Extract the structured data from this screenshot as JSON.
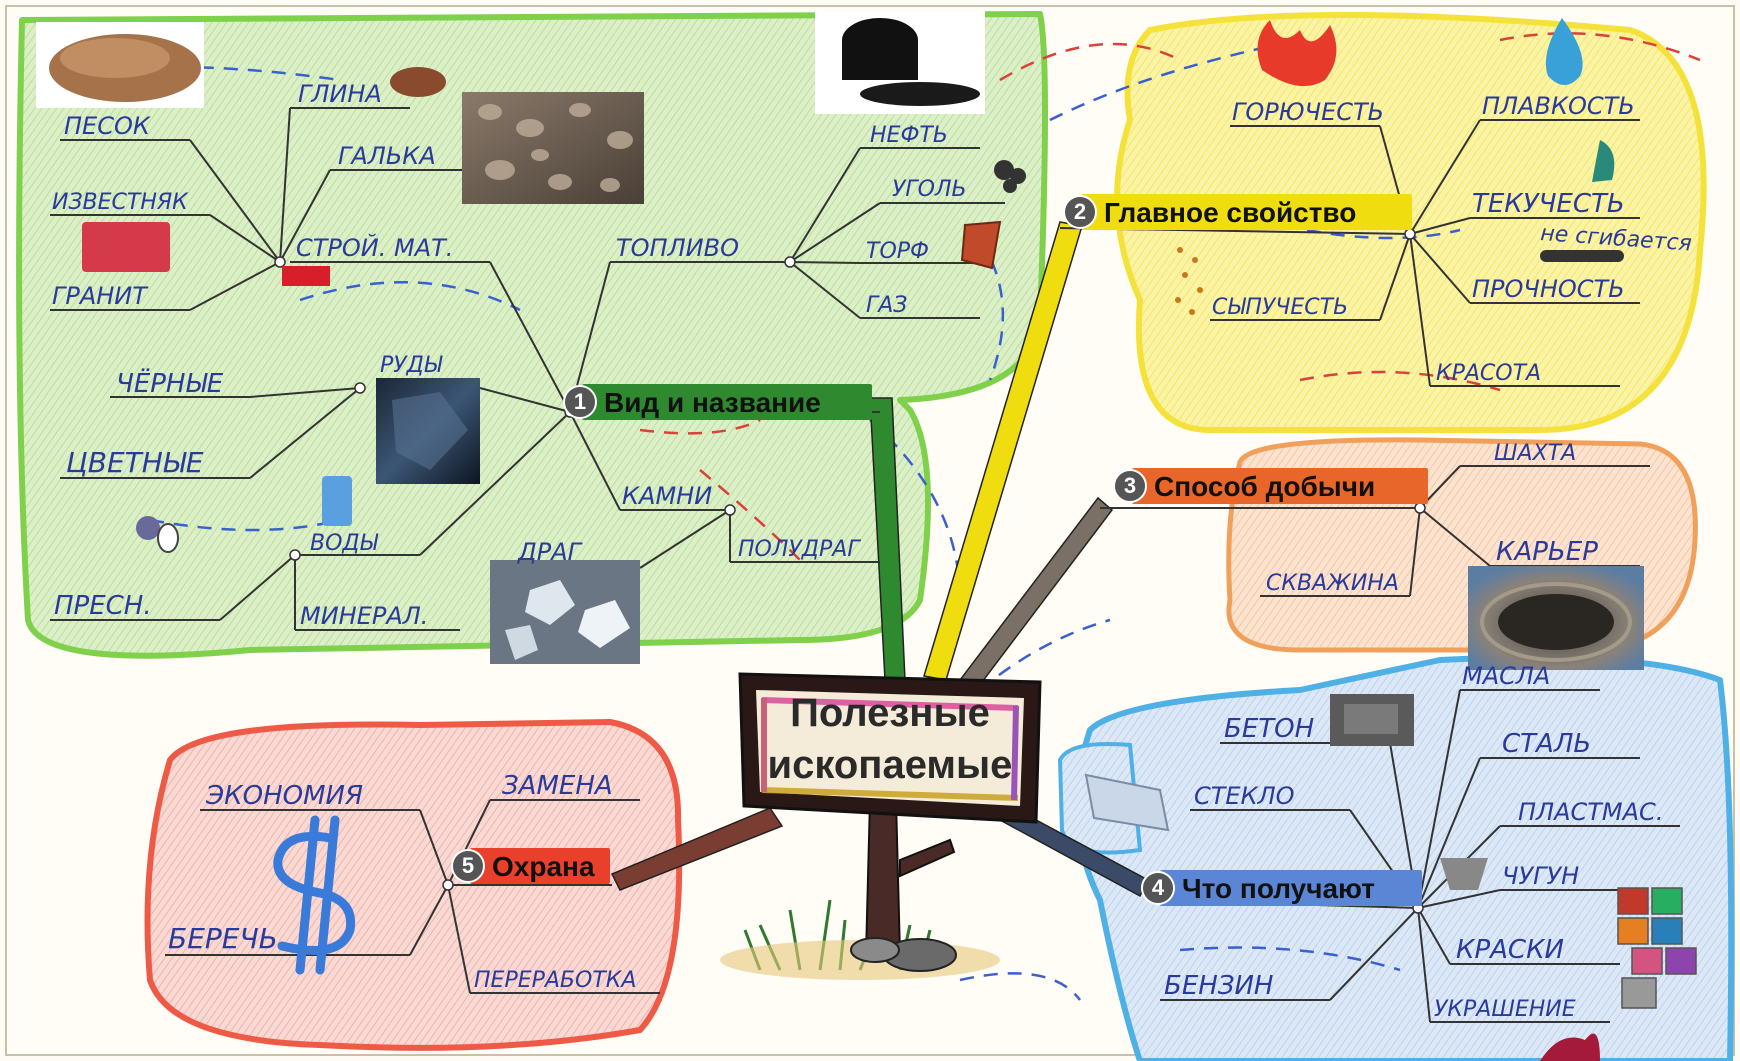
{
  "center": {
    "line1": "Полезные",
    "line2": "ископаемые"
  },
  "branches": {
    "b1": {
      "num": "1",
      "label": "Вид и название",
      "color": "#2f8a2f"
    },
    "b2": {
      "num": "2",
      "label": "Главное свойство",
      "color": "#f0dd10"
    },
    "b3": {
      "num": "3",
      "label": "Способ добычи",
      "color": "#e8662a"
    },
    "b4": {
      "num": "4",
      "label": "Что получают",
      "color": "#5b86d6"
    },
    "b5": {
      "num": "5",
      "label": "Охрана",
      "color": "#e8402a"
    }
  },
  "nodes": {
    "pesok": "ПЕСОК",
    "glina": "ГЛИНА",
    "galka": "ГАЛЬКА",
    "izvestnyak": "ИЗВЕСТНЯК",
    "granit": "ГРАНИТ",
    "stroimat": "СТРОЙ. МАТ.",
    "toplivo": "ТОПЛИВО",
    "neft": "НЕФТЬ",
    "ugol": "УГОЛЬ",
    "torf": "ТОРФ",
    "gaz": "ГАЗ",
    "rudy": "РУДЫ",
    "chernye": "ЧЁРНЫЕ",
    "tsvetnye": "ЦВЕТНЫЕ",
    "kamni": "КАМНИ",
    "drag": "ДРАГ",
    "poludrag": "ПОЛУДРАГ",
    "vody": "ВОДЫ",
    "presn": "ПРЕСН.",
    "mineral": "МИНЕРАЛ.",
    "goryuchest": "ГОРЮЧЕСТЬ",
    "plavkost": "ПЛАВКОСТЬ",
    "tekuchest": "ТЕКУЧЕСТЬ",
    "ne_sgibaetsya": "не сгибается",
    "sypuchest": "СЫПУЧЕСТЬ",
    "prochnost": "ПРОЧНОСТЬ",
    "krasota": "КРАСОТА",
    "shakhta": "ШАХТА",
    "karer": "КАРЬЕР",
    "skvazhina": "СКВАЖИНА",
    "beton": "БЕТОН",
    "maslo": "МАСЛА",
    "stal": "СТАЛЬ",
    "steklo": "СТЕКЛО",
    "plastmas": "ПЛАСТМАС.",
    "chugun": "ЧУГУН",
    "kraski": "КРАСКИ",
    "benzin": "БЕНЗИН",
    "ukrashenie": "УКРАШЕНИЕ",
    "ekonomiya": "ЭКОНОМИЯ",
    "zamena": "ЗАМЕНА",
    "berech": "БЕРЕЧЬ",
    "pererabotka": "ПЕРЕРАБОТКА"
  },
  "images": {
    "sand_pile": "sand-pile-picture",
    "clay_lump": "clay-picture",
    "pebbles": "pebbles-photo",
    "oil_barrel": "oil-barrel-picture",
    "coal": "coal-picture",
    "ore": "ore-photo",
    "diamonds": "diamonds-photo",
    "quarry": "quarry-photo",
    "concrete_block": "concrete-picture",
    "paint_cans": "paint-cans-picture",
    "dollar": "dollar-sign-drawing",
    "flame": "flame-drawing",
    "water_drop": "water-drop-drawing",
    "grass": "grass-drawing"
  }
}
